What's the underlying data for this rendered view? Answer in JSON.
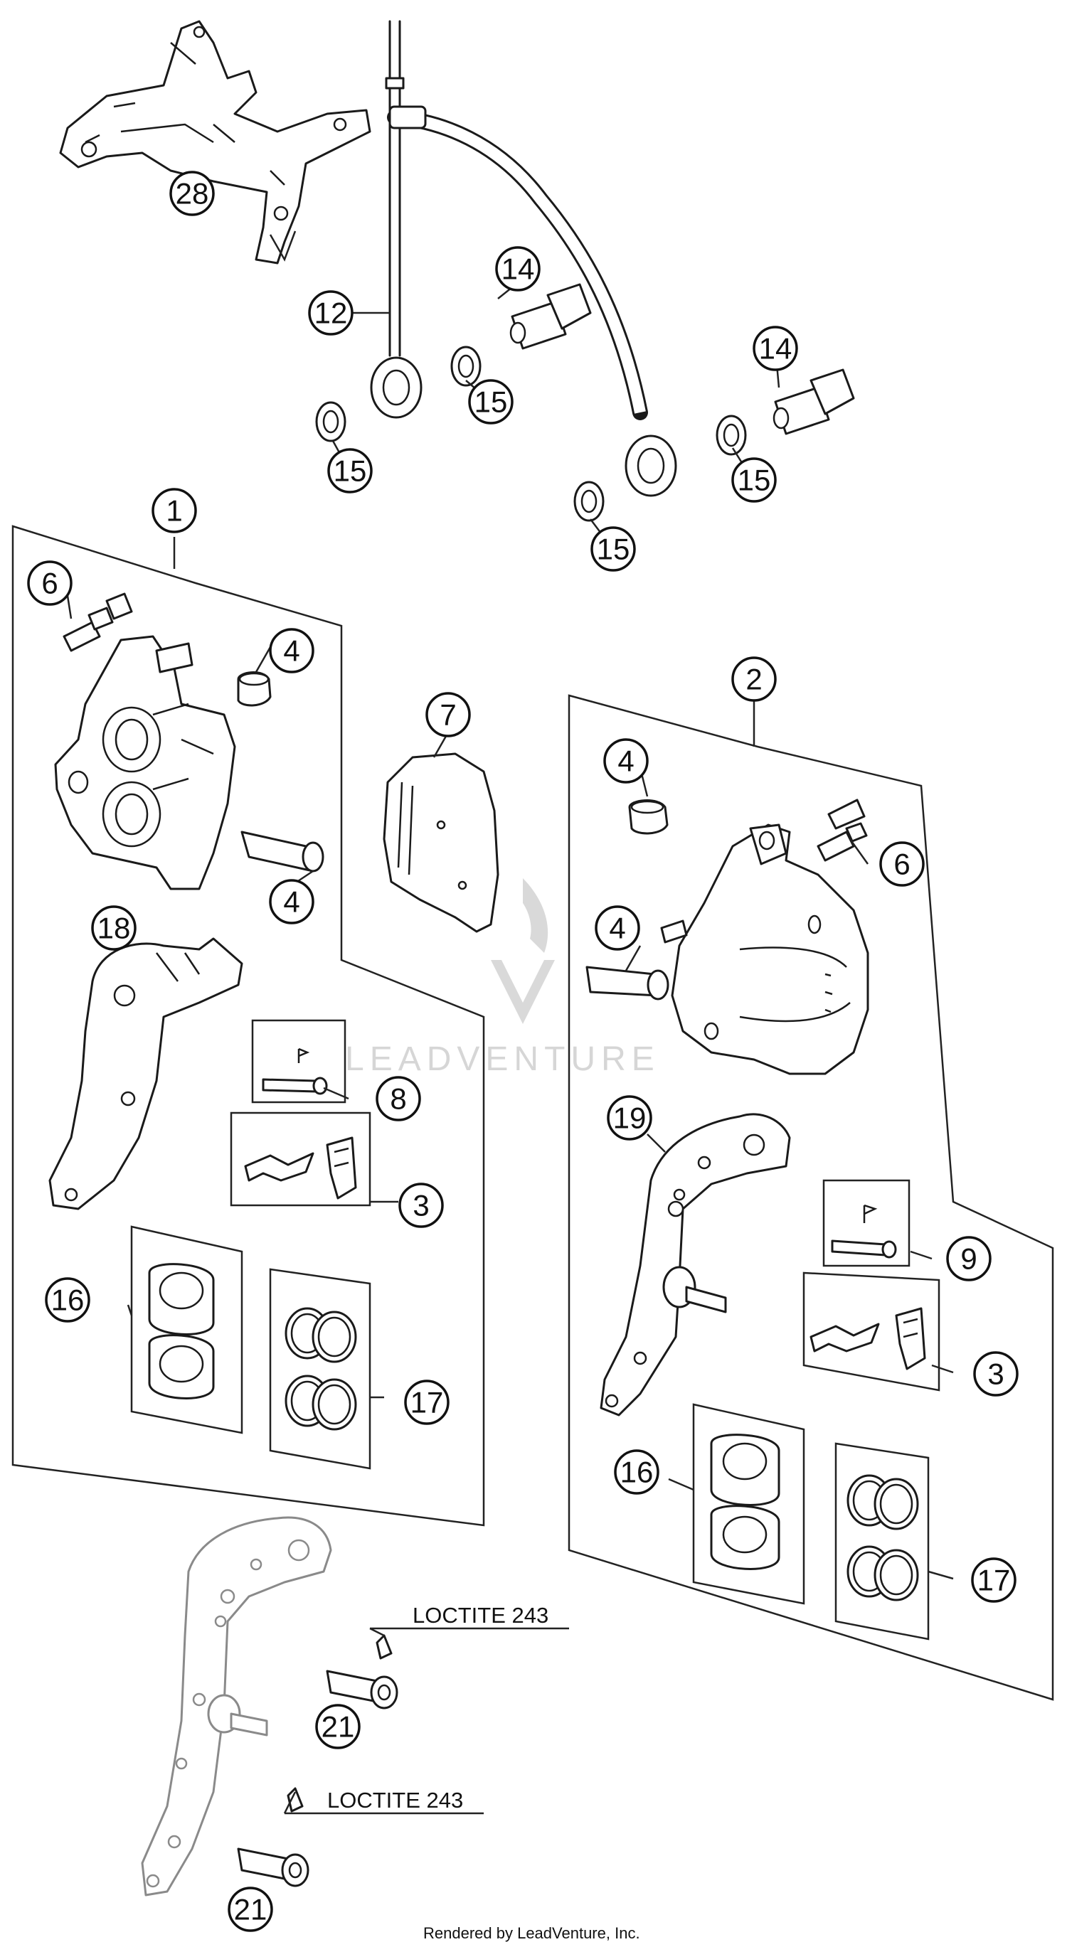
{
  "callouts": [
    {
      "label": "28"
    },
    {
      "label": "12"
    },
    {
      "label": "14"
    },
    {
      "label": "15"
    },
    {
      "label": "15"
    },
    {
      "label": "14"
    },
    {
      "label": "15"
    },
    {
      "label": "15"
    },
    {
      "label": "1"
    },
    {
      "label": "6"
    },
    {
      "label": "4"
    },
    {
      "label": "4"
    },
    {
      "label": "7"
    },
    {
      "label": "18"
    },
    {
      "label": "8"
    },
    {
      "label": "3"
    },
    {
      "label": "16"
    },
    {
      "label": "17"
    },
    {
      "label": "2"
    },
    {
      "label": "4"
    },
    {
      "label": "6"
    },
    {
      "label": "4"
    },
    {
      "label": "19"
    },
    {
      "label": "9"
    },
    {
      "label": "3"
    },
    {
      "label": "16"
    },
    {
      "label": "17"
    },
    {
      "label": "21"
    },
    {
      "label": "21"
    }
  ],
  "notes": {
    "loctite_upper": "LOCTITE 243",
    "loctite_lower": "LOCTITE 243"
  },
  "watermark": {
    "brand": "LEADVENTURE"
  },
  "footer": {
    "rendered_by": "Rendered by LeadVenture, Inc."
  },
  "colors": {
    "line": "#1a1a1a",
    "watermark": "#d6d6d6"
  }
}
